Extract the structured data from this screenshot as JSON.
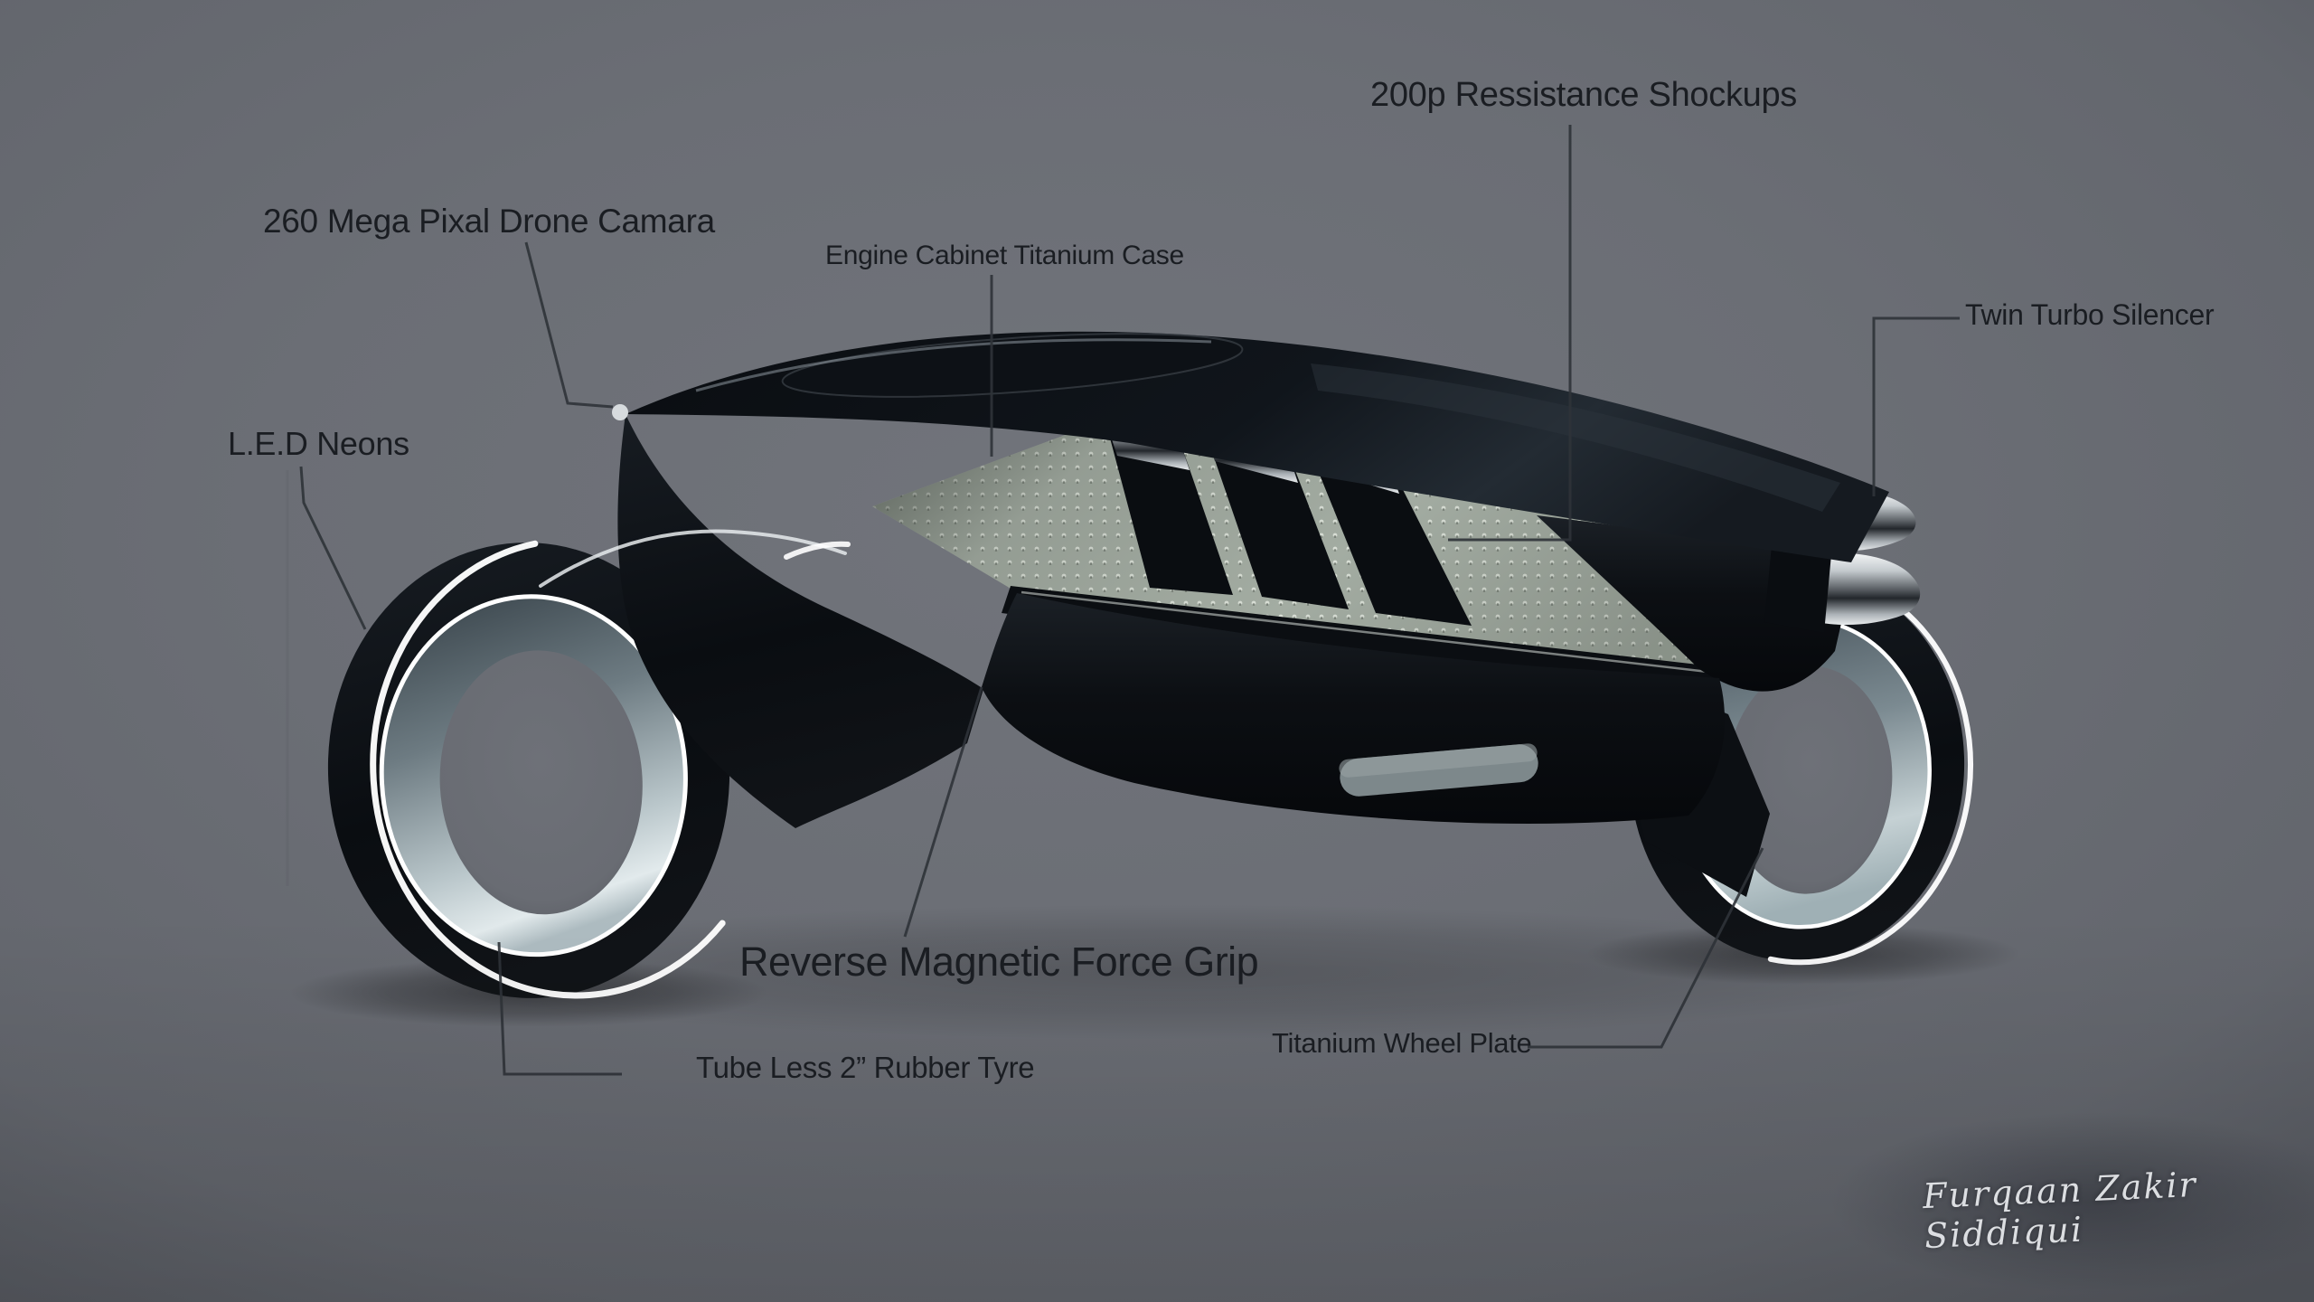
{
  "image_title": "Futuristic hubless concept bike — annotated feature diagram",
  "colors": {
    "background": "#6b6e75",
    "label_text": "#1a1d22",
    "callout_line": "#2f3338",
    "body_black": "#0b0e12",
    "mesh_panel": "#a6afa5",
    "wheel_steel": "#c2cdd1",
    "neon": "#ffffff",
    "signature": "#e9ebee"
  },
  "annotations": {
    "shockups": {
      "text": "200p Ressistance Shockups"
    },
    "camera": {
      "text": "260 Mega Pixal Drone Camara"
    },
    "engine_case": {
      "text": "Engine Cabinet Titanium Case"
    },
    "silencer": {
      "text": "Twin Turbo Silencer"
    },
    "led_neons": {
      "text": "L.E.D Neons"
    },
    "magnetic_grip": {
      "text": "Reverse Magnetic Force Grip"
    },
    "tyre": {
      "text": "Tube Less 2” Rubber Tyre"
    },
    "wheel_plate": {
      "text": "Titanium Wheel Plate"
    }
  },
  "signature": {
    "text": "Furqaan Zakir Siddiqui"
  }
}
